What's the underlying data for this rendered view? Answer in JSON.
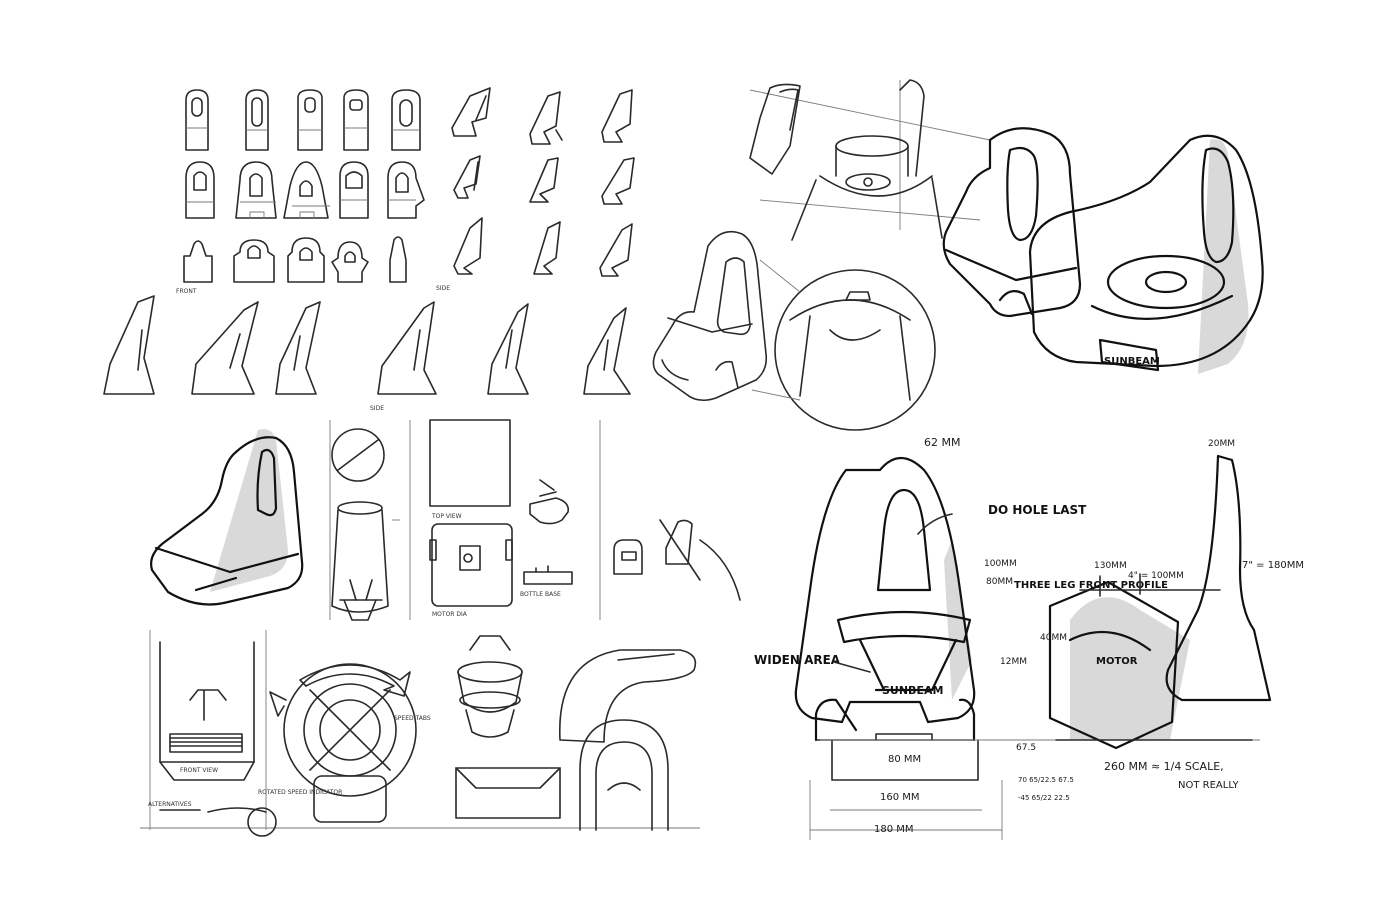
{
  "labels": {
    "front": "FRONT",
    "side_upper": "SIDE",
    "side_lower": "SIDE",
    "top_view": "TOP VIEW",
    "motor_dia": "MOTOR DIA",
    "bottle_base": "BOTTLE BASE",
    "front_view": "FRONT VIEW",
    "speed_tabs": "SPEED TABS",
    "alternatives": "ALTERNATIVES",
    "speed_indicator": "ROTATED SPEED INDICATOR",
    "brand": "SUNBEAM",
    "dim_62": "62 MM",
    "do_hole_last": "DO HOLE LAST",
    "dim_100": "100MM",
    "dim_80_top": "80MM",
    "three_leg": "THREE LEG FRONT PROFILE",
    "widen_area": "WIDEN AREA",
    "dim_80_bottom": "80 MM",
    "dim_160": "160 MM",
    "dim_180": "180 MM",
    "dim_20": "20MM",
    "dim_7in": "7\" = 180MM",
    "dim_130": "130MM",
    "dim_4in": "4\" = 100MM",
    "dim_12": "12MM",
    "dim_40": "40MM",
    "motor": "MOTOR",
    "dim_675": "67.5",
    "scale_note": "260 MM ≈ 1/4 SCALE,",
    "scale_note2": "NOT REALLY",
    "calc_1": "70  65/22.5 67.5",
    "calc_2": "-45  65/22 22.5"
  }
}
